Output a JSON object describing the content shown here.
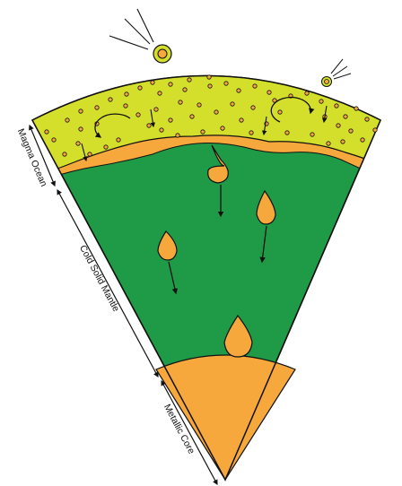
{
  "labels": {
    "magma_ocean": "Magma Ocean",
    "cold_solid_mantle": "Cold Solid Mantle",
    "metallic_core": "Metallic Core"
  },
  "colors": {
    "magma_ocean": "#d4df2c",
    "mantle": "#1f9b47",
    "core": "#f6a83c",
    "outline": "#111111",
    "background": "#ffffff"
  },
  "icons": [
    "impactor-icon",
    "iron-droplet-icon",
    "convection-arrow-icon",
    "sinking-arrow-icon"
  ]
}
